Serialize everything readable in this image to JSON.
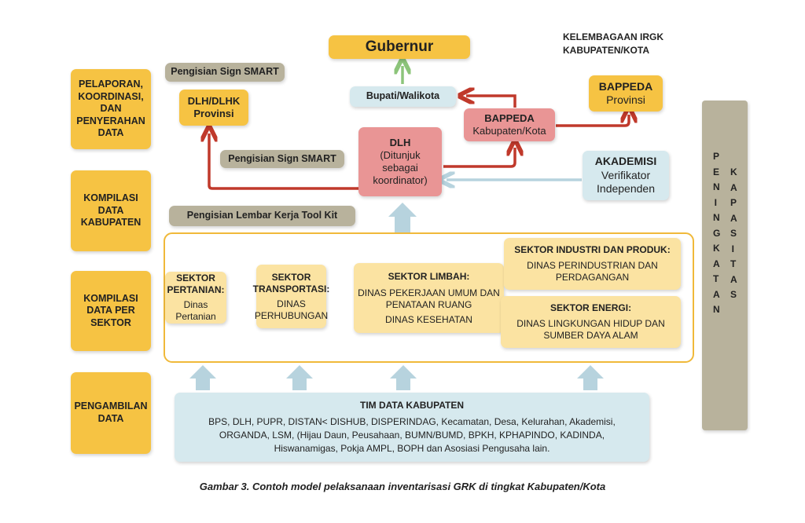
{
  "title_block": [
    "KELEMBAGAAN IRGK",
    "KABUPATEN/KOTA"
  ],
  "left_labels": [
    "PELAPORAN, KOORDINASI, DAN PENYERAHAN DATA",
    "KOMPILASI DATA KABUPATEN",
    "KOMPILASI DATA PER SEKTOR",
    "PENGAMBILAN DATA"
  ],
  "gubernur": "Gubernur",
  "sign_smart_top": "Pengisian Sign SMART",
  "dlh_provinsi": [
    "DLH/DLHK",
    "Provinsi"
  ],
  "bupati": "Bupati/Walikota",
  "bappeda_kab": {
    "title": "BAPPEDA",
    "sub": "Kabupaten/Kota"
  },
  "bappeda_prov": {
    "title": "BAPPEDA",
    "sub": "Provinsi"
  },
  "dlh": {
    "title": "DLH",
    "sub": "(Ditunjuk sebagai koordinator)"
  },
  "sign_smart_mid": "Pengisian Sign SMART",
  "akademisi": {
    "title": "AKADEMISI",
    "sub": "Verifikator Independen"
  },
  "lembar_kerja": "Pengisian Lembar Kerja Tool Kit",
  "peningkatan": [
    "PENINGKATAN",
    "KAPASITAS"
  ],
  "sectors": [
    {
      "title": "SEKTOR PERTANIAN:",
      "body": [
        "Dinas Pertanian"
      ]
    },
    {
      "title": "SEKTOR TRANSPORTASI:",
      "body": [
        "DINAS PERHUBUNGAN"
      ]
    },
    {
      "title": "SEKTOR LIMBAH:",
      "body": [
        "DINAS PEKERJAAN UMUM DAN PENATAAN RUANG",
        "DINAS KESEHATAN"
      ]
    },
    {
      "title": "SEKTOR INDUSTRI DAN PRODUK:",
      "body": [
        "DINAS PERINDUSTRIAN DAN PERDAGANGAN"
      ]
    },
    {
      "title": "SEKTOR ENERGI:",
      "body": [
        "DINAS LINGKUNGAN HIDUP DAN SUMBER DAYA ALAM"
      ]
    }
  ],
  "tim_data": {
    "title": "TIM DATA KABUPATEN",
    "body": "BPS, DLH, PUPR, DISTAN< DISHUB, DISPERINDAG, Kecamatan, Desa, Kelurahan, Akademisi, ORGANDA, LSM, (Hijau Daun, Peusahaan, BUMN/BUMD, BPKH, KPHAPINDO, KADINDA, Hiswanamigas, Pokja AMPL, BOPH dan Asosiasi Pengusaha lain."
  },
  "caption": "Gambar 3. Contoh model pelaksanaan inventarisasi GRK di tingkat Kabupaten/Kota",
  "colors": {
    "yellow": "#f6c343",
    "red_arrow": "#c0392b",
    "blue_arrow": "#b7d3de",
    "green_arrow": "#8cc47a"
  }
}
